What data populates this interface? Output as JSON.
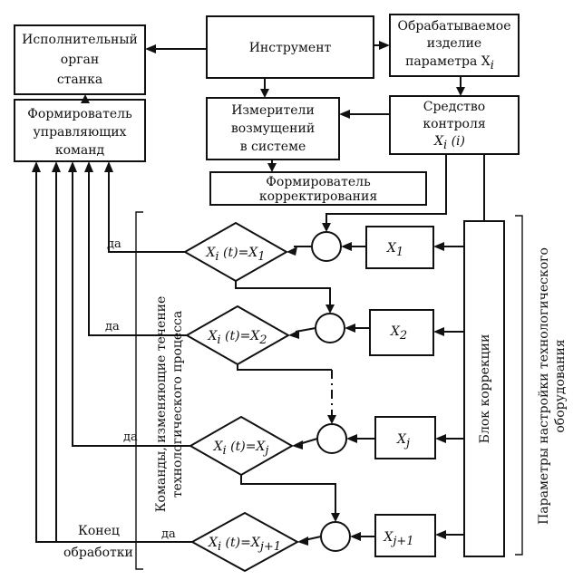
{
  "blocks": {
    "executive": [
      "Исполнительный",
      "орган",
      "станка"
    ],
    "tool": "Инструмент",
    "workpiece": [
      "Обрабатываемое",
      "изделие",
      "параметра X",
      "i"
    ],
    "former_commands": [
      "Формирователь",
      "управляющих",
      "команд"
    ],
    "disturbance": [
      "Измерители",
      "возмущений",
      "в системе"
    ],
    "control_means": [
      "Средство",
      "контроля",
      "X",
      "i",
      " (i)"
    ],
    "former_correction": [
      "Формирователь",
      "корректирования"
    ],
    "correction_unit": "Блок коррекции",
    "params": [
      {
        "base": "X",
        "sub": "1"
      },
      {
        "base": "X",
        "sub": "2"
      },
      {
        "base": "X",
        "sub": "j"
      },
      {
        "base": "X",
        "sub": "j+1"
      }
    ]
  },
  "decisions": [
    {
      "lhs": "X",
      "lhs_sub": "i",
      "mid": " (t)=X",
      "rhs_sub": "1"
    },
    {
      "lhs": "X",
      "lhs_sub": "i",
      "mid": " (t)=X",
      "rhs_sub": "2"
    },
    {
      "lhs": "X",
      "lhs_sub": "i",
      "mid": " (t)=X",
      "rhs_sub": "j"
    },
    {
      "lhs": "X",
      "lhs_sub": "i",
      "mid": " (t)=X",
      "rhs_sub": "j+1"
    }
  ],
  "labels": {
    "yes": "да",
    "end": [
      "Конец",
      "обработки"
    ],
    "left_bracket": [
      "Команды, изменяющие течение",
      "технологического процесса"
    ],
    "right_bracket": [
      "Параметры настройки технологического",
      "оборудования"
    ]
  }
}
